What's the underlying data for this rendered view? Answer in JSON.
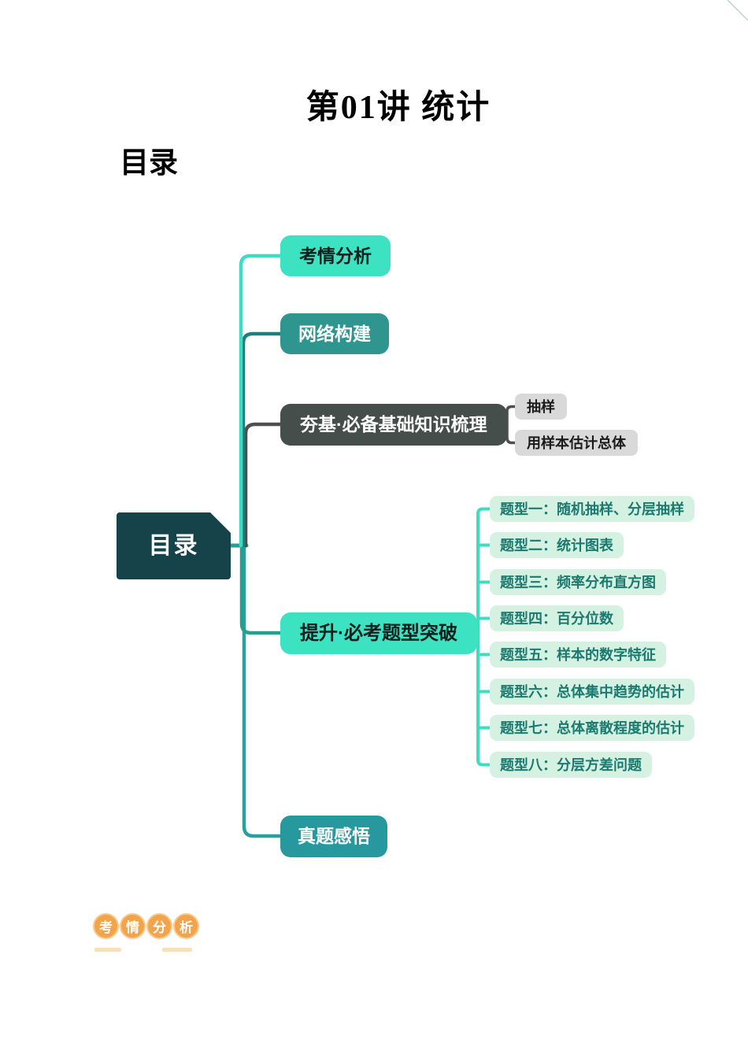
{
  "page": {
    "title": "第01讲 统计",
    "toc_heading": "目录"
  },
  "mindmap": {
    "root_label": "目录",
    "root_color": "#16424A",
    "branches": [
      {
        "label": "考情分析",
        "color": "#3CE2C2",
        "connector_color": "#3EDCC2"
      },
      {
        "label": "网络构建",
        "color": "#2E968F",
        "connector_color": "#1F7E7C"
      },
      {
        "label": "夯基·必备基础知识梳理",
        "color": "#454E4A",
        "connector_color": "#4F4F4F",
        "children": [
          {
            "label": "抽样"
          },
          {
            "label": "用样本估计总体"
          }
        ]
      },
      {
        "label": "提升·必考题型突破",
        "color": "#3CE2C2",
        "connector_color": "#21A08F",
        "children": [
          {
            "label": "题型一：随机抽样、分层抽样"
          },
          {
            "label": "题型二：统计图表"
          },
          {
            "label": "题型三：频率分布直方图"
          },
          {
            "label": "题型四：百分位数"
          },
          {
            "label": "题型五：样本的数字特征"
          },
          {
            "label": "题型六：总体集中趋势的估计"
          },
          {
            "label": "题型七：总体离散程度的估计"
          },
          {
            "label": "题型八：分层方差问题"
          }
        ]
      },
      {
        "label": "真题感悟",
        "color": "#27999E",
        "connector_color": "#2A9FA0"
      }
    ]
  },
  "section_badge": {
    "characters": [
      "考",
      "情",
      "分",
      "析"
    ],
    "circle_color": "#F2A44C",
    "bar_color": "#F8DFB6"
  }
}
